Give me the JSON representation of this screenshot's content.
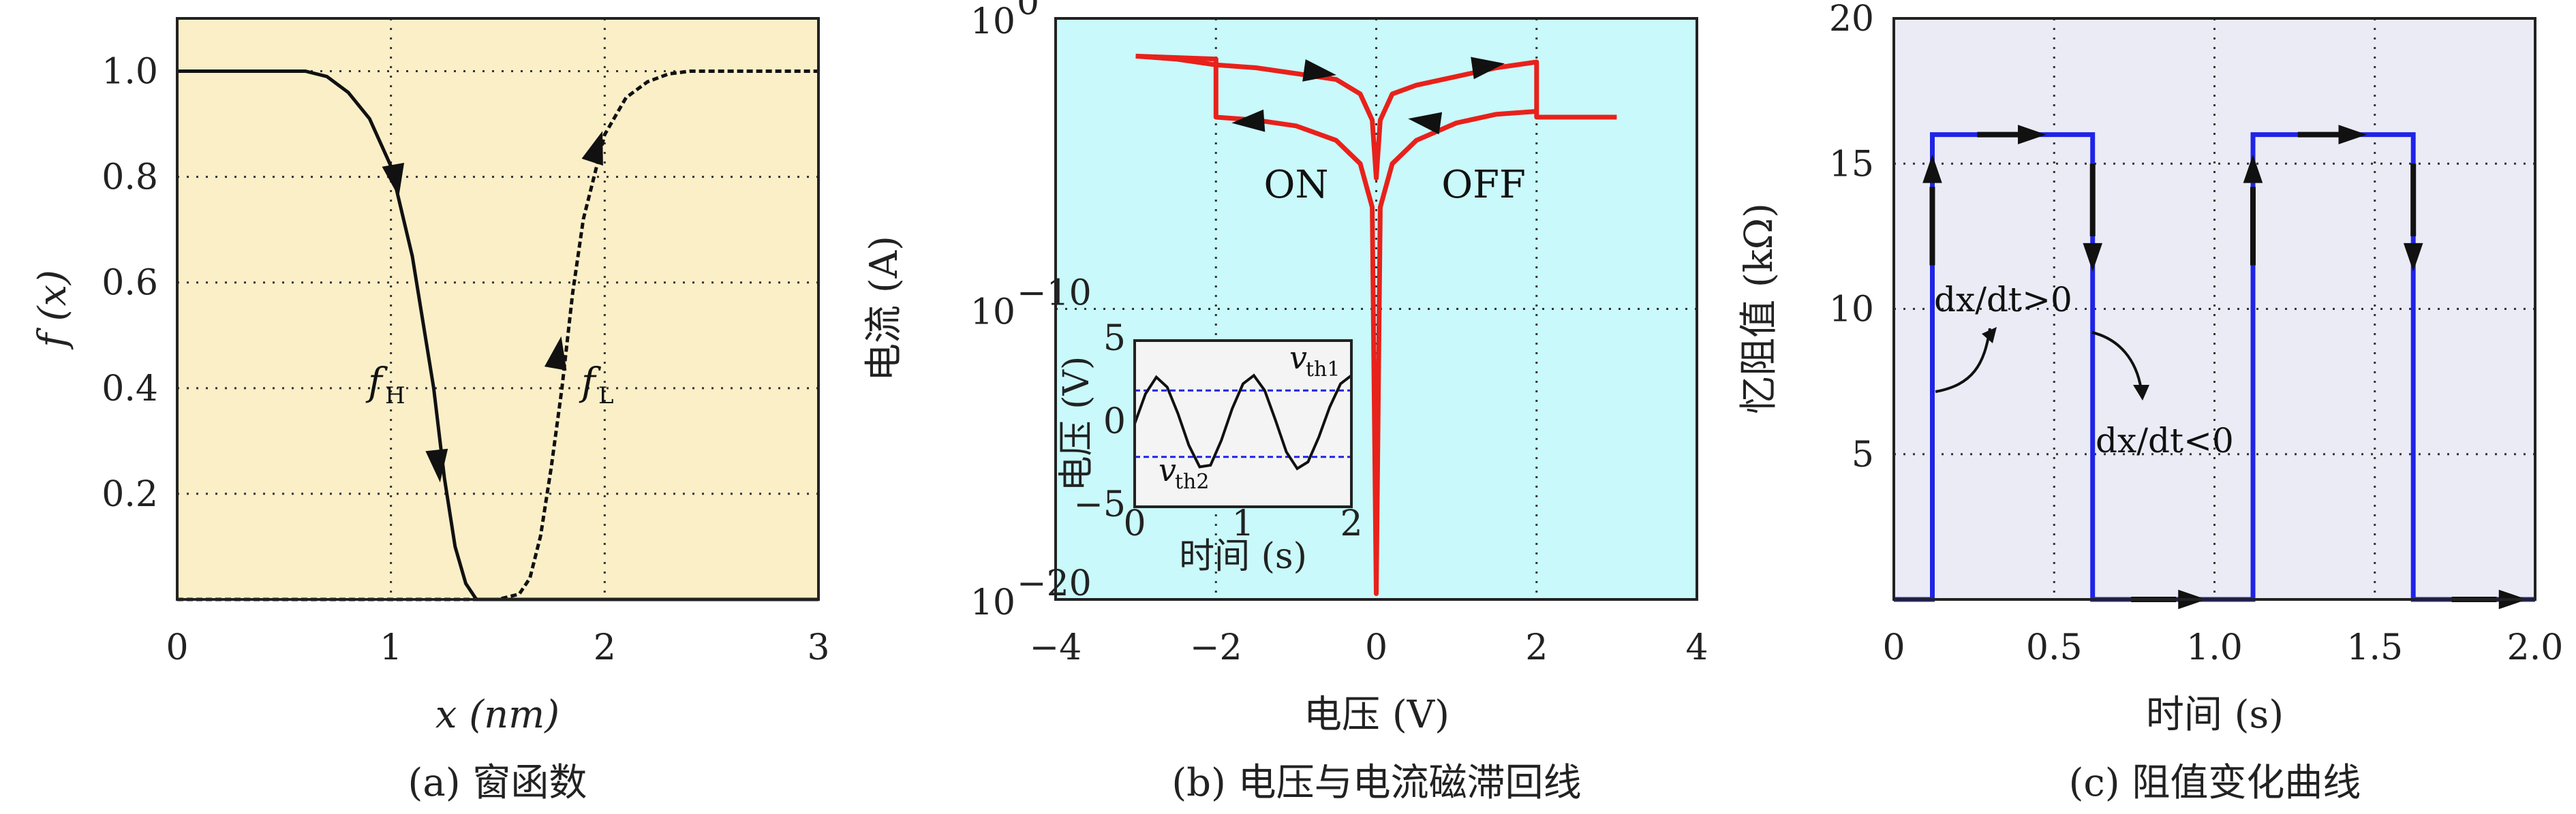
{
  "chart_data": [
    {
      "type": "line",
      "caption": "(a) 窗函数",
      "xlabel": "x (nm)",
      "ylabel": "f (x)",
      "xlim": [
        0,
        3
      ],
      "ylim": [
        0,
        1.1
      ],
      "xticks": [
        "0",
        "1",
        "2",
        "3"
      ],
      "yticks": [
        "0.2",
        "0.4",
        "0.6",
        "0.8",
        "1.0"
      ],
      "background": "#fbefc8",
      "grid": true,
      "series": [
        {
          "name": "f_H",
          "style": "solid",
          "x": [
            0,
            0.3,
            0.6,
            0.7,
            0.8,
            0.9,
            1.0,
            1.1,
            1.2,
            1.25,
            1.3,
            1.35,
            1.4,
            1.5,
            1.6,
            1.7,
            1.8,
            1.9,
            2.0,
            2.2,
            2.5,
            2.8,
            3.0
          ],
          "y": [
            1.0,
            1.0,
            1.0,
            0.99,
            0.96,
            0.91,
            0.82,
            0.65,
            0.4,
            0.23,
            0.1,
            0.03,
            0.0,
            0.0,
            0.0,
            0.0,
            0.0,
            0.0,
            0.0,
            0.0,
            0.0,
            0.0,
            0.0
          ]
        },
        {
          "name": "f_L",
          "style": "dashed",
          "x": [
            0,
            0.3,
            0.6,
            0.9,
            1.2,
            1.5,
            1.6,
            1.65,
            1.7,
            1.75,
            1.8,
            1.85,
            1.9,
            2.0,
            2.1,
            2.2,
            2.3,
            2.4,
            2.6,
            2.8,
            3.0
          ],
          "y": [
            0.0,
            0.0,
            0.0,
            0.0,
            0.0,
            0.0,
            0.01,
            0.04,
            0.12,
            0.25,
            0.4,
            0.58,
            0.72,
            0.88,
            0.95,
            0.98,
            0.995,
            1.0,
            1.0,
            1.0,
            1.0
          ]
        }
      ],
      "annotations": [
        "f",
        "H",
        "f",
        "L"
      ]
    },
    {
      "type": "line",
      "caption": "(b) 电压与电流磁滞回线",
      "xlabel": "电压 (V)",
      "ylabel": "电流 (A)",
      "xlim": [
        -4,
        4
      ],
      "ylim_log10": [
        -20,
        0
      ],
      "xticks": [
        "−4",
        "−2",
        "0",
        "2",
        "4"
      ],
      "yticks": [
        "10",
        "10",
        "10"
      ],
      "ytick_exponents": [
        "−20",
        "−10",
        "0"
      ],
      "yscale": "log",
      "background": "#c9f9fa",
      "grid": true,
      "series": [
        {
          "name": "hysteresis",
          "color": "#e8211b",
          "x": [
            -3.0,
            -2.0,
            -2.0,
            -1.5,
            -1.0,
            -0.5,
            -0.2,
            -0.05,
            0.0,
            0.05,
            0.2,
            0.5,
            1.0,
            1.5,
            2.0,
            2.0,
            2.5,
            3.0
          ],
          "log10_y": [
            -1.3,
            -1.4,
            -3.4,
            -3.5,
            -3.7,
            -4.2,
            -5.0,
            -6.5,
            -19.8,
            -6.5,
            -5.0,
            -4.2,
            -3.6,
            -3.3,
            -3.2,
            -3.4,
            -3.4,
            -3.4
          ]
        },
        {
          "name": "hysteresis-return",
          "color": "#e8211b",
          "x": [
            -3.0,
            -2.5,
            -2.0,
            -1.5,
            -1.0,
            -0.5,
            -0.2,
            -0.05,
            0.0,
            0.05,
            0.2,
            0.5,
            1.0,
            1.5,
            2.0,
            2.0
          ],
          "log10_y": [
            -1.3,
            -1.4,
            -1.6,
            -1.7,
            -1.9,
            -2.1,
            -2.6,
            -3.5,
            -5.5,
            -3.5,
            -2.6,
            -2.3,
            -2.0,
            -1.7,
            -1.5,
            -3.2
          ]
        }
      ],
      "annotations": [
        "ON",
        "OFF"
      ],
      "inset": {
        "xlabel": "时间 (s)",
        "ylabel": "电压 (V)",
        "xlim": [
          0,
          2
        ],
        "ylim": [
          -5,
          5
        ],
        "xticks": [
          "0",
          "1",
          "2"
        ],
        "yticks": [
          "−5",
          "0",
          "5"
        ],
        "background": "#f4f4f4",
        "thresholds": [
          2,
          -2
        ],
        "threshold_labels": [
          "v",
          "th1",
          "v",
          "th2"
        ],
        "series": [
          {
            "name": "voltage",
            "x": [
              0,
              0.1,
              0.2,
              0.3,
              0.4,
              0.5,
              0.6,
              0.7,
              0.8,
              0.9,
              1.0,
              1.1,
              1.2,
              1.3,
              1.4,
              1.5,
              1.6,
              1.7,
              1.8,
              1.9,
              2.0
            ],
            "y": [
              0,
              1.8,
              2.8,
              2.2,
              0.6,
              -1.3,
              -2.6,
              -2.5,
              -1.0,
              0.9,
              2.4,
              2.9,
              2.0,
              0.2,
              -1.7,
              -2.7,
              -2.3,
              -0.8,
              1.0,
              2.4,
              2.9
            ]
          }
        ]
      }
    },
    {
      "type": "line",
      "caption": "(c) 阻值变化曲线",
      "xlabel": "时间 (s)",
      "ylabel": "忆阻值 (kΩ)",
      "xlim": [
        0,
        2.0
      ],
      "ylim": [
        0,
        20
      ],
      "xticks": [
        "0",
        "0.5",
        "1.0",
        "1.5",
        "2.0"
      ],
      "yticks": [
        "5",
        "10",
        "15",
        "20"
      ],
      "background": "#ebebf6",
      "grid": true,
      "series": [
        {
          "name": "resistance",
          "color": "#1f24e6",
          "x": [
            0,
            0.12,
            0.12,
            0.62,
            0.62,
            1.12,
            1.12,
            1.62,
            1.62,
            2.0
          ],
          "y": [
            0,
            0,
            16,
            16,
            0,
            0,
            16,
            16,
            0,
            0
          ]
        }
      ],
      "annotations": [
        "dx/dt>0",
        "dx/dt<0"
      ]
    }
  ]
}
